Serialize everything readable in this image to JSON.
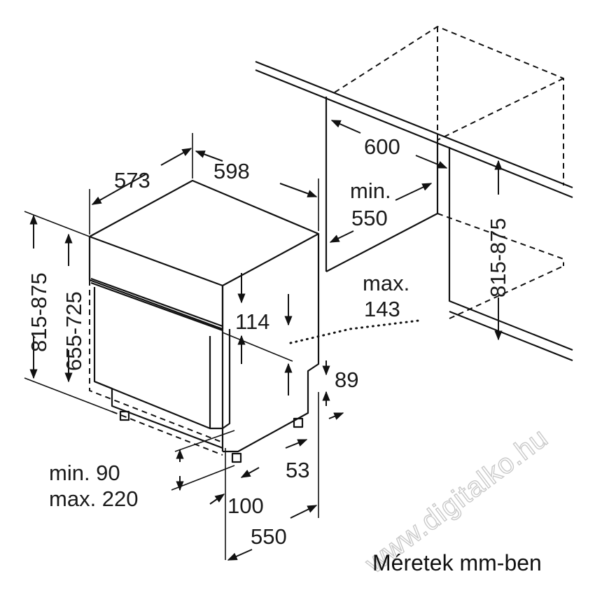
{
  "dimensions": {
    "depth_top": "573",
    "width_top": "598",
    "niche_width": "600",
    "niche_min_label": "min.",
    "niche_min_value": "550",
    "height_range_left": "815-875",
    "door_height_range": "655-725",
    "niche_height_range": "815-875",
    "panel_height": "114",
    "max_label": "max.",
    "max_value": "143",
    "plinth_height": "89",
    "foot_offset": "53",
    "plinth_min": "min. 90",
    "plinth_max": "max. 220",
    "plinth_depth": "100",
    "base_depth": "550"
  },
  "caption": "Méretek mm-ben",
  "watermark": "www.digitalko.hu"
}
